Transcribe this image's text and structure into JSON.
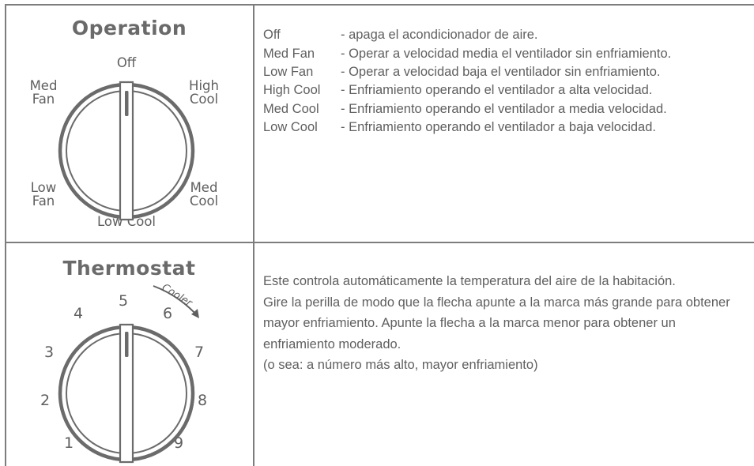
{
  "operation": {
    "title": "Operation",
    "dial_labels": {
      "off": "Off",
      "med_fan": [
        "Med",
        "Fan"
      ],
      "high_cool": [
        "High",
        "Cool"
      ],
      "low_fan": [
        "Low",
        "Fan"
      ],
      "med_cool": [
        "Med",
        "Cool"
      ],
      "low_cool": "Low Cool"
    },
    "descriptions": [
      {
        "key": "Off",
        "text": "- apaga el acondicionador de aire."
      },
      {
        "key": "Med Fan",
        "text": "- Operar a velocidad media el ventilador sin enfriamiento."
      },
      {
        "key": "Low Fan",
        "text": "- Operar a velocidad baja el ventilador sin enfriamiento."
      },
      {
        "key": "High Cool",
        "text": "- Enfriamiento operando el ventilador a alta velocidad."
      },
      {
        "key": "Med Cool",
        "text": "- Enfriamiento operando el ventilador a media velocidad."
      },
      {
        "key": "Low Cool",
        "text": "- Enfriamiento operando el ventilador a baja velocidad."
      }
    ]
  },
  "thermostat": {
    "title": "Thermostat",
    "cooler_label": "Cooler",
    "numbers": [
      "1",
      "2",
      "3",
      "4",
      "5",
      "6",
      "7",
      "8",
      "9"
    ],
    "paragraphs": [
      "Este controla automáticamente la temperatura del aire de la habitación.",
      "Gire la perilla de modo que la flecha apunte a la marca más grande para obtener mayor enfriamiento. Apunte la flecha a la marca menor para obtener un enfriamiento moderado.",
      "(o sea: a número más alto, mayor enfriamiento)"
    ]
  },
  "colors": {
    "border": "#7d7d7d",
    "text": "#5f5f5f",
    "title": "#6a6a6a",
    "knob": "#6b6b6b"
  }
}
